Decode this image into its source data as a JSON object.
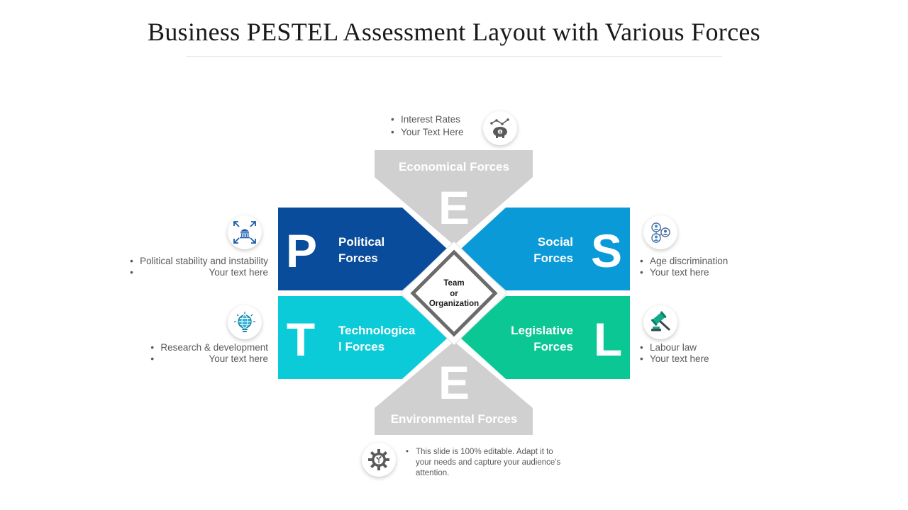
{
  "title": "Business PESTEL Assessment Layout with Various Forces",
  "center": {
    "line1": "Team",
    "line2": "or",
    "line3": "Organization"
  },
  "economical": {
    "letter": "E",
    "label": "Economical Forces",
    "bullets": [
      "Interest Rates",
      "Your Text Here"
    ],
    "icon": "piggy-bank-icon"
  },
  "political": {
    "letter": "P",
    "label_line1": "Political",
    "label_line2": "Forces",
    "bullets": [
      "Political stability and instability",
      "Your text here"
    ],
    "icon": "government-building-icon"
  },
  "social": {
    "letter": "S",
    "label_line1": "Social",
    "label_line2": "Forces",
    "bullets": [
      "Age discrimination",
      "Your text here"
    ],
    "icon": "people-network-icon"
  },
  "technological": {
    "letter": "T",
    "label_line1": "Technologica",
    "label_line2": "l Forces",
    "bullets": [
      "Research & development",
      "Your text here"
    ],
    "icon": "globe-bulb-icon"
  },
  "legislative": {
    "letter": "L",
    "label_line1": "Legislative",
    "label_line2": "Forces",
    "bullets": [
      "Labour law",
      "Your text here"
    ],
    "icon": "gavel-icon"
  },
  "environmental": {
    "letter": "E",
    "label": "Environmental Forces",
    "note": "This slide is 100% editable. Adapt it to your needs and capture your audience's attention.",
    "icon": "gear-plant-icon"
  },
  "colors": {
    "political": "#0a4c9c",
    "social": "#0b9ad8",
    "technological": "#0ccbd8",
    "legislative": "#0ac793",
    "economical": "#d0d0d0",
    "environmental": "#d0d0d0",
    "center_border": "#6b6b6b"
  }
}
